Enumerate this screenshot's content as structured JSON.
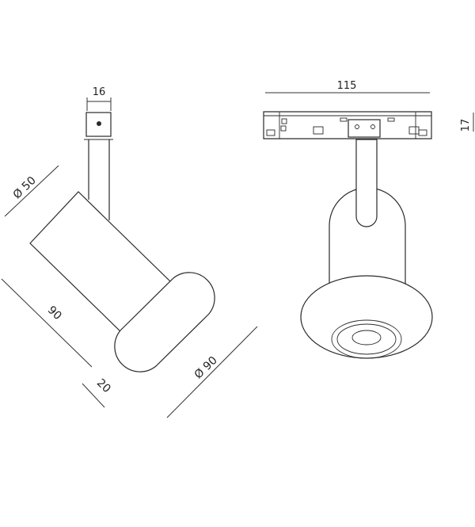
{
  "side_view": {
    "dim_top": "16",
    "dim_diameter_body": "Ø 50",
    "dim_length": "90",
    "dim_flange_depth": "20",
    "dim_diameter_head": "Ø 90"
  },
  "front_view": {
    "dim_width": "115",
    "dim_track_height": "17"
  }
}
